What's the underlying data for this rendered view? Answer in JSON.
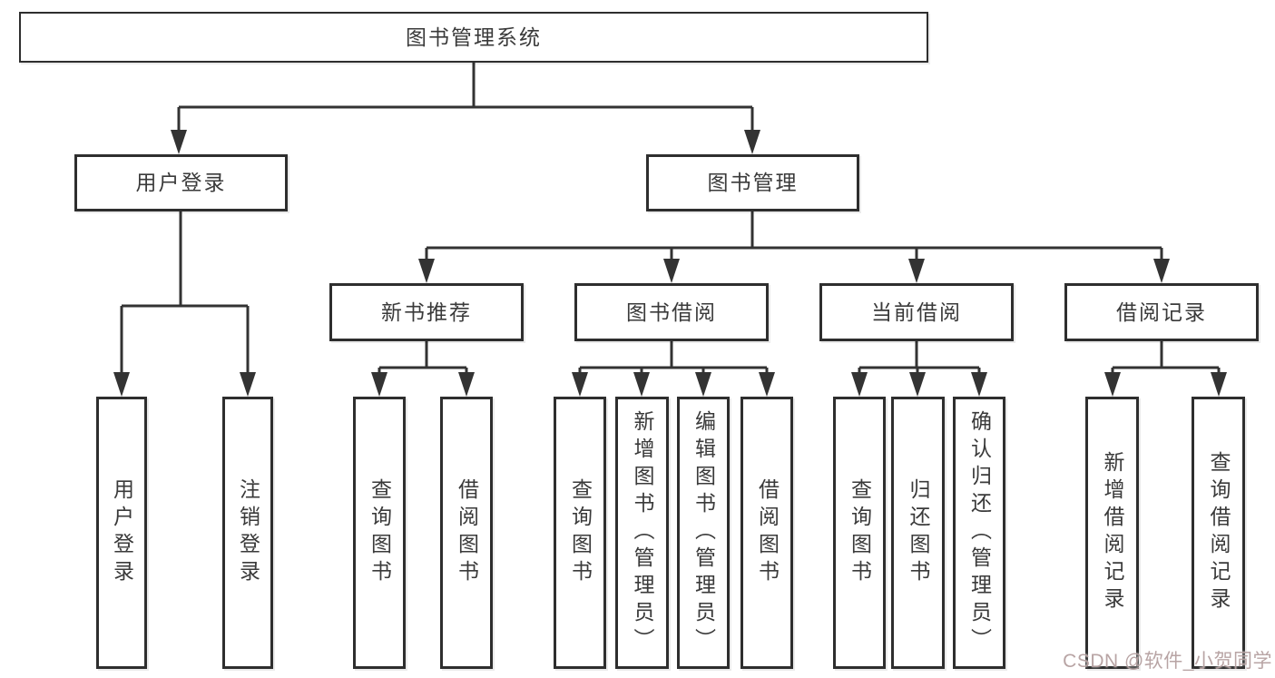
{
  "diagram": {
    "root": {
      "label": "图书管理系统"
    },
    "level2": [
      {
        "label": "用户登录"
      },
      {
        "label": "图书管理"
      }
    ],
    "level3": [
      {
        "label": "新书推荐",
        "parent": "图书管理"
      },
      {
        "label": "图书借阅",
        "parent": "图书管理"
      },
      {
        "label": "当前借阅",
        "parent": "图书管理"
      },
      {
        "label": "借阅记录",
        "parent": "图书管理"
      }
    ],
    "leaves": [
      {
        "label": "用户登录",
        "parent": "用户登录"
      },
      {
        "label": "注销登录",
        "parent": "用户登录"
      },
      {
        "label": "查询图书",
        "parent": "新书推荐"
      },
      {
        "label": "借阅图书",
        "parent": "新书推荐"
      },
      {
        "label": "查询图书",
        "parent": "图书借阅"
      },
      {
        "label": "新增图书（管理员）",
        "parent": "图书借阅"
      },
      {
        "label": "编辑图书（管理员）",
        "parent": "图书借阅"
      },
      {
        "label": "借阅图书",
        "parent": "图书借阅"
      },
      {
        "label": "查询图书",
        "parent": "当前借阅"
      },
      {
        "label": "归还图书",
        "parent": "当前借阅"
      },
      {
        "label": "确认归还（管理员）",
        "parent": "当前借阅"
      },
      {
        "label": "新增借阅记录",
        "parent": "借阅记录"
      },
      {
        "label": "查询借阅记录",
        "parent": "借阅记录"
      }
    ]
  },
  "watermark": {
    "text": "CSDN @软件_小贺同学",
    "color": "#b29c9c"
  },
  "colors": {
    "background": "#ffffff",
    "line": "#333333",
    "box_border": "#2e2e2e",
    "text": "#3a3a3a"
  }
}
